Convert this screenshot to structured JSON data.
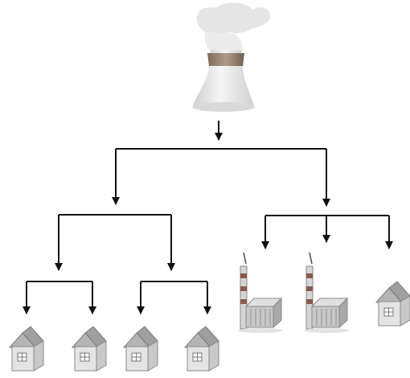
{
  "diagram": {
    "nodes": [
      {
        "id": "plant",
        "kind": "power-plant-cooling-tower",
        "icon": "cooling-tower-icon"
      },
      {
        "id": "h1",
        "kind": "house",
        "icon": "house-icon"
      },
      {
        "id": "h2",
        "kind": "house",
        "icon": "house-icon"
      },
      {
        "id": "h3",
        "kind": "house",
        "icon": "house-icon"
      },
      {
        "id": "h4",
        "kind": "house",
        "icon": "house-icon"
      },
      {
        "id": "f1",
        "kind": "factory",
        "icon": "factory-icon"
      },
      {
        "id": "f2",
        "kind": "factory",
        "icon": "factory-icon"
      },
      {
        "id": "h5",
        "kind": "house",
        "icon": "house-icon"
      }
    ],
    "edges": [
      {
        "from": "plant",
        "to": "h1"
      },
      {
        "from": "plant",
        "to": "h2"
      },
      {
        "from": "plant",
        "to": "h3"
      },
      {
        "from": "plant",
        "to": "h4"
      },
      {
        "from": "plant",
        "to": "f1"
      },
      {
        "from": "plant",
        "to": "f2"
      },
      {
        "from": "plant",
        "to": "h5"
      }
    ],
    "colors": {
      "line": "#111111",
      "steam": "#e6e6e6",
      "tower": "#e9e9e9",
      "tower_band": "#9a8a7a",
      "house_wall": "#d8d8d8",
      "house_roof": "#a5a5a5",
      "factory_body": "#c8c8c8",
      "chimney_stripe": "#8a5a4a"
    }
  }
}
